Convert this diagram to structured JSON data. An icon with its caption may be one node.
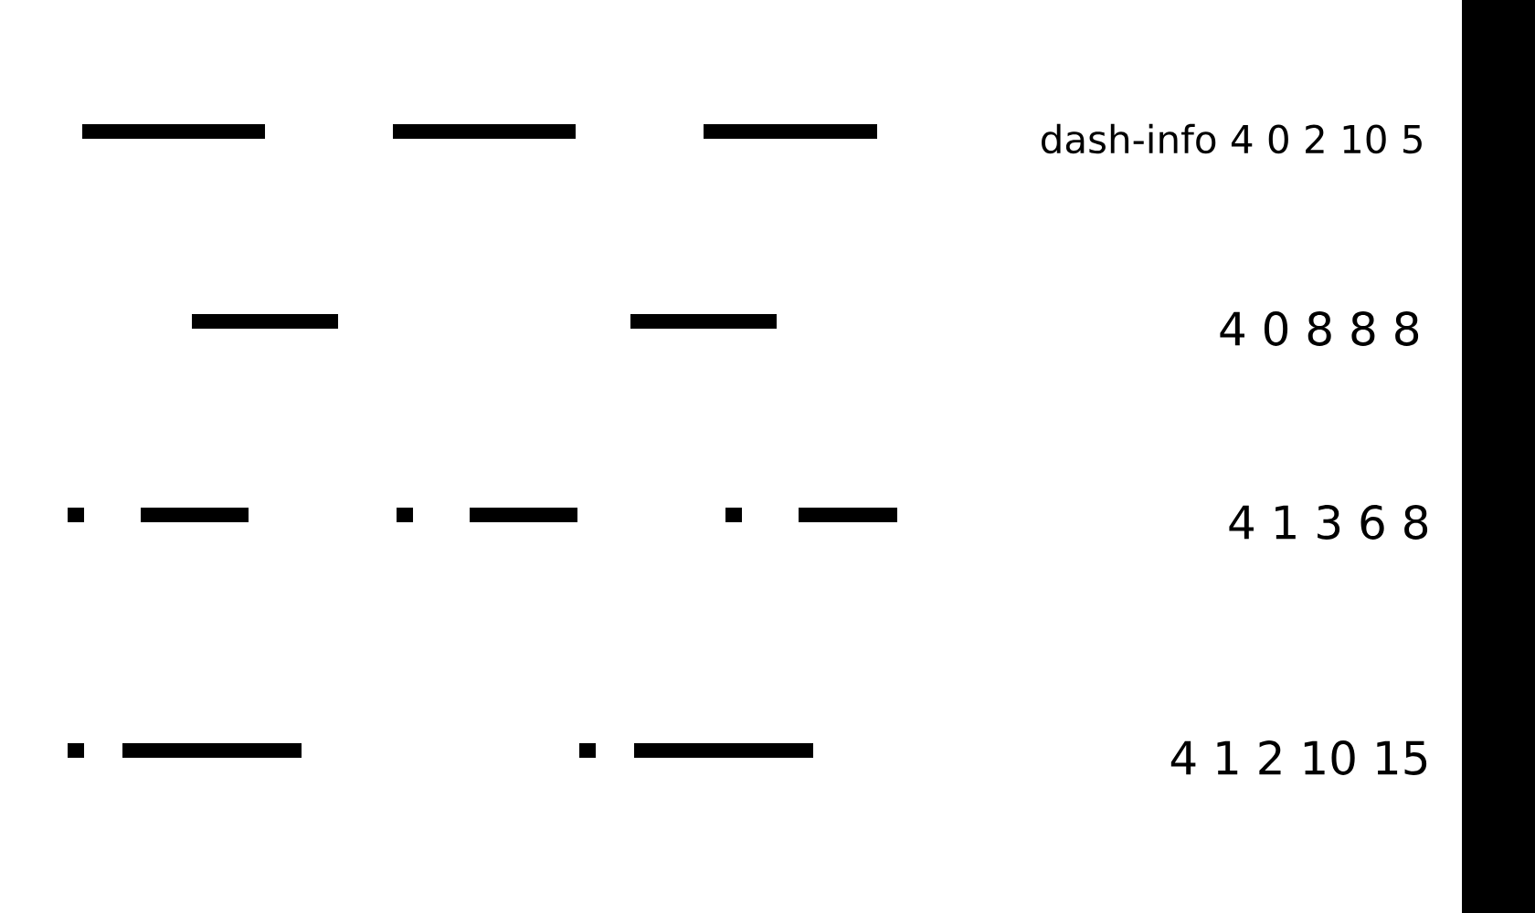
{
  "diagram": {
    "nodes": [
      {
        "text": [],
        "shape": "bar"
      }
    ],
    "labels": [
      "dash-info 4 0 2 10 5",
      "4 0 8 8 8",
      "4 1 3 6 8",
      "4 1 2 10 15"
    ]
  }
}
